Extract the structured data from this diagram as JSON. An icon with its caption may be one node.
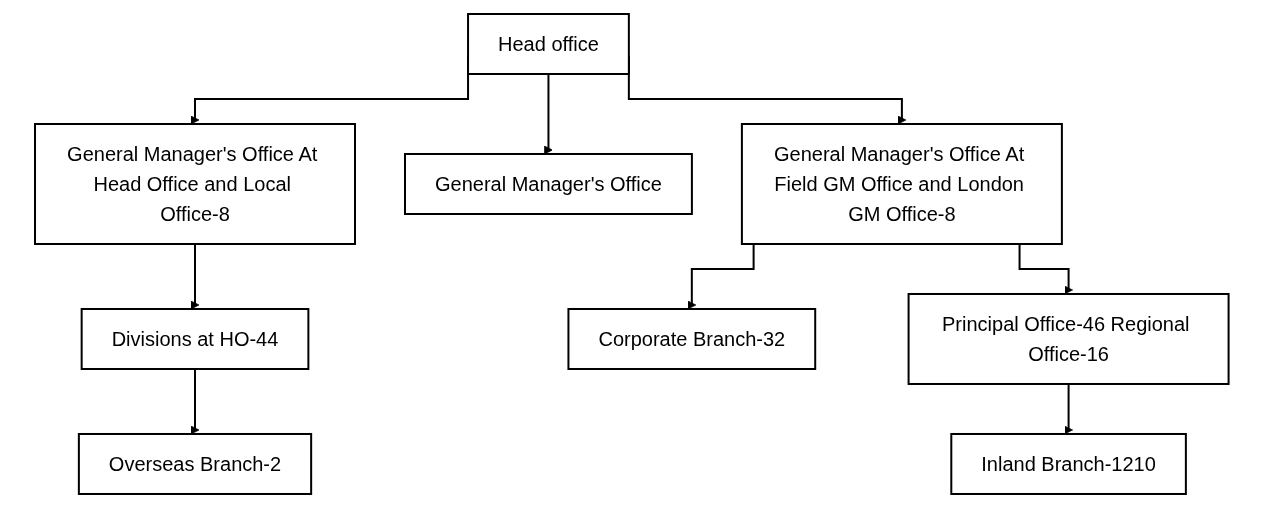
{
  "diagram": {
    "nodes": [
      {
        "text": [
          "Head office"
        ]
      },
      {
        "text": [
          "General Manager's Office At Head Office and Local Office-8"
        ]
      },
      {
        "text": [
          "General Manager's Office"
        ]
      },
      {
        "text": [
          "General Manager's Office At Field GM Office and London GM Office-8"
        ]
      },
      {
        "text": [
          "Divisions at HO-44"
        ]
      },
      {
        "text": [
          "Overseas Branch-2"
        ]
      },
      {
        "text": [
          "Corporate Branch-32"
        ]
      },
      {
        "text": [
          "Principal Office-46 Regional Office-16"
        ]
      },
      {
        "text": [
          "Inland Branch-1210"
        ]
      }
    ],
    "edges": [
      {
        "from": 0,
        "to": 1,
        "arrow": "to"
      },
      {
        "from": 0,
        "to": 2,
        "arrow": "to"
      },
      {
        "from": 0,
        "to": 3,
        "arrow": "to"
      },
      {
        "from": 1,
        "to": 4,
        "arrow": "to"
      },
      {
        "from": 4,
        "to": 5,
        "arrow": "to"
      },
      {
        "from": 3,
        "to": 6,
        "arrow": "to"
      },
      {
        "from": 3,
        "to": 7,
        "arrow": "to"
      },
      {
        "from": 7,
        "to": 8,
        "arrow": "to"
      }
    ]
  }
}
